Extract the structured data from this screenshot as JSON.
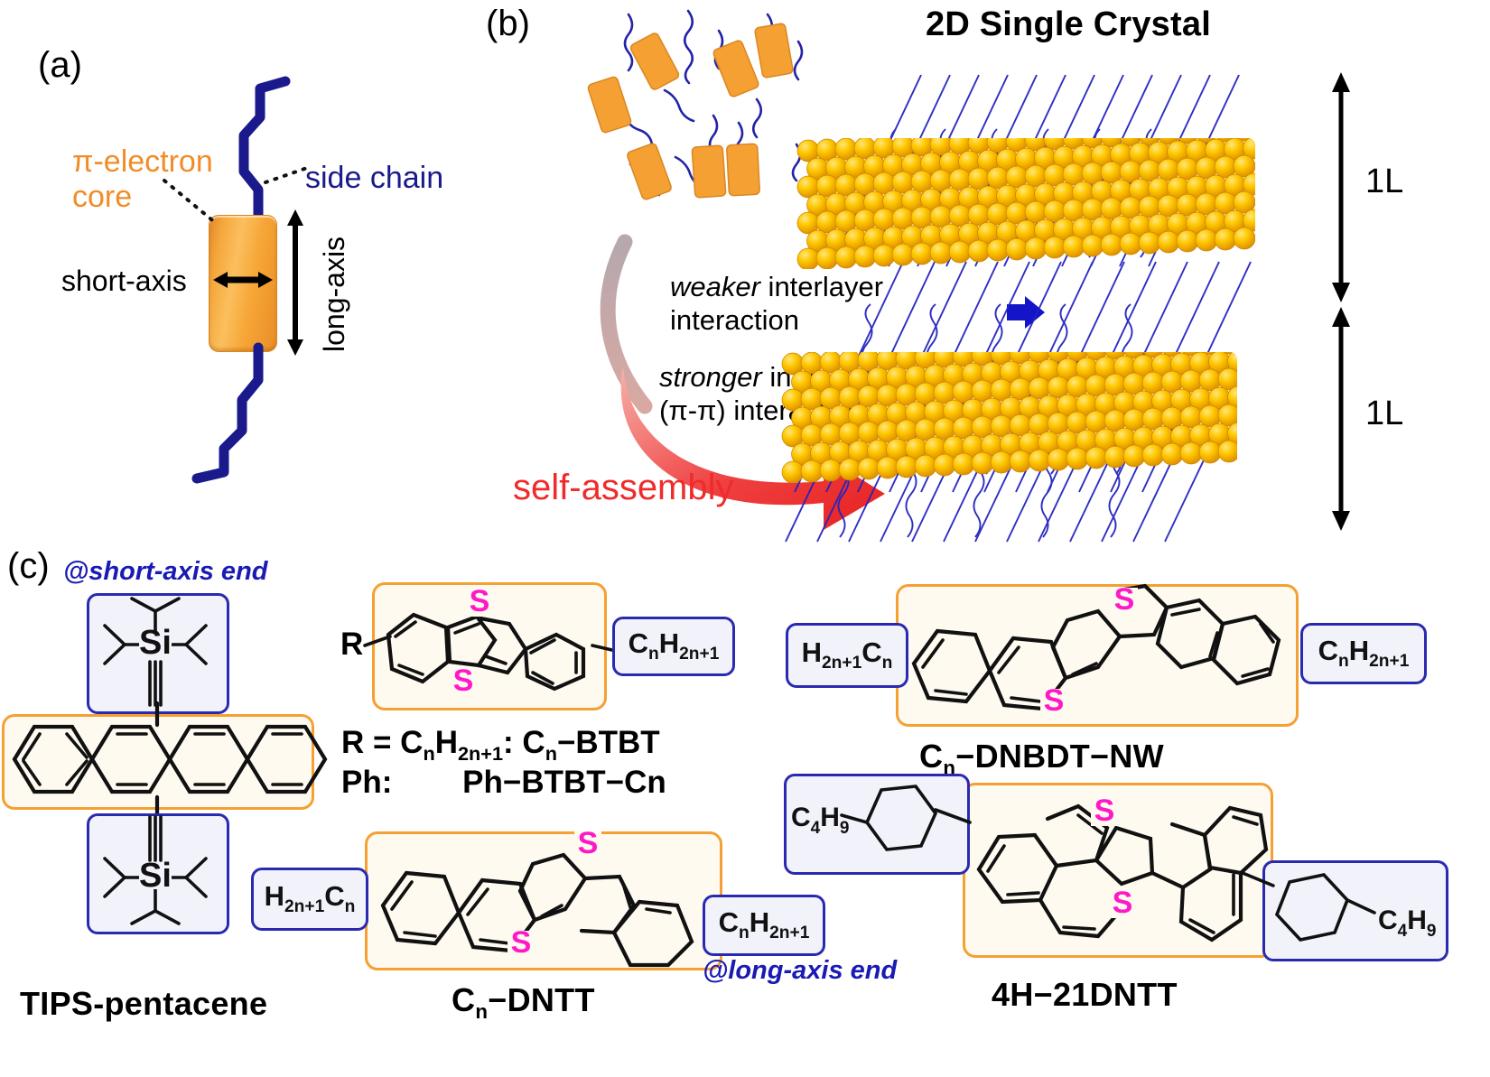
{
  "panels": {
    "a": {
      "letter": "(a)",
      "pi_core_label": "π-electron\ncore",
      "pi_core_line1": "π-electron",
      "pi_core_line2": "core",
      "side_chain_label": "side chain",
      "short_axis_label": "short-axis",
      "long_axis_label": "long-axis"
    },
    "b": {
      "letter": "(b)",
      "title": "2D Single Crystal",
      "weaker_em": "weaker",
      "weaker_rest": " interlayer",
      "weaker_line2": "interaction",
      "stronger_em": "stronger",
      "stronger_rest": " intralayer",
      "stronger_line2": "(π-π) interaction",
      "self_assembly": "self-assembly",
      "layer_label_top": "1L",
      "layer_label_bottom": "1L"
    },
    "c": {
      "letter": "(c)",
      "short_axis_note": "@short-axis end",
      "long_axis_note": "@long-axis end",
      "molecules": [
        {
          "id": "tips-pentacene",
          "name": "TIPS-pentacene",
          "name_html": "TIPS-pentacene",
          "substituent_top": "Si",
          "substituent_bottom": "Si"
        },
        {
          "id": "btbt",
          "name": "Cₙ−BTBT",
          "left_group": "R",
          "right_group_c": "C",
          "right_group_n": "n",
          "right_group_h": "H",
          "right_group_2n1": "2n+1",
          "legend_line1_prefix": "R = C",
          "legend_line1": "R = CₙH₂ₙ₊₁: Cₙ−BTBT",
          "legend_line2": "Ph:        Ph−BTBT−Cn",
          "sulfur": "S"
        },
        {
          "id": "dnbdt-nw",
          "name": "Cₙ−DNBDT−NW",
          "left_group": "H₂ₙ₊₁Cₙ",
          "right_group": "CₙH₂ₙ₊₁",
          "sulfur": "S"
        },
        {
          "id": "dntt",
          "name": "Cₙ−DNTT",
          "left_group": "H₂ₙ₊₁Cₙ",
          "right_group": "CₙH₂ₙ₊₁",
          "sulfur": "S"
        },
        {
          "id": "4h-21dntt",
          "name": "4H−21DNTT",
          "left_group": "C₄H₉",
          "right_group": "C₄H₉",
          "sulfur": "S"
        }
      ]
    }
  },
  "colors": {
    "core_orange": "#F5A033",
    "side_chain_blue": "#1a1a8c",
    "pi_label_orange": "#F28C28",
    "sulfur_magenta": "#FF18C8",
    "self_assembly_red": "#EF2B2B",
    "crystal_gold": "#F5B40A",
    "box_blue": "#2a2ab0",
    "note_blue": "#1a1ab4"
  }
}
